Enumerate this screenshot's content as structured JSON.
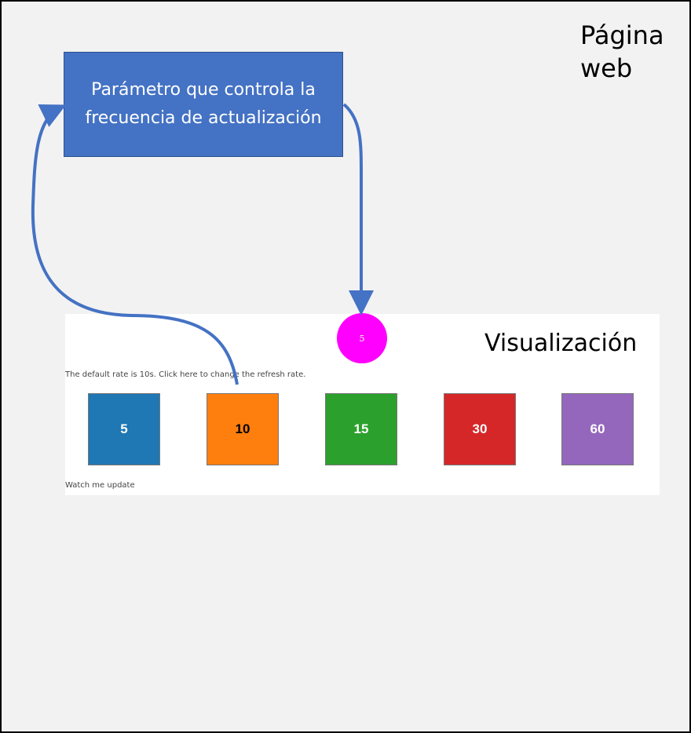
{
  "page": {
    "title": "Página web"
  },
  "parameter_box": {
    "label": "Parámetro que controla la frecuencia de actualización"
  },
  "visualization": {
    "title": "Visualización",
    "rate_indicator": {
      "value": "5",
      "color": "#ff00ff"
    },
    "default_text": "The default rate is 10s. Click here to change the refresh rate.",
    "rate_options": [
      {
        "label": "5",
        "color": "#1f77b4",
        "text_color": "#ffffff"
      },
      {
        "label": "10",
        "color": "#ff7f0e",
        "text_color": "#000000"
      },
      {
        "label": "15",
        "color": "#2ca02c",
        "text_color": "#ffffff"
      },
      {
        "label": "30",
        "color": "#d62728",
        "text_color": "#ffffff"
      },
      {
        "label": "60",
        "color": "#9467bd",
        "text_color": "#ffffff"
      }
    ],
    "footer_text": "Watch me update"
  },
  "arrows": {
    "color": "#4472c4"
  }
}
